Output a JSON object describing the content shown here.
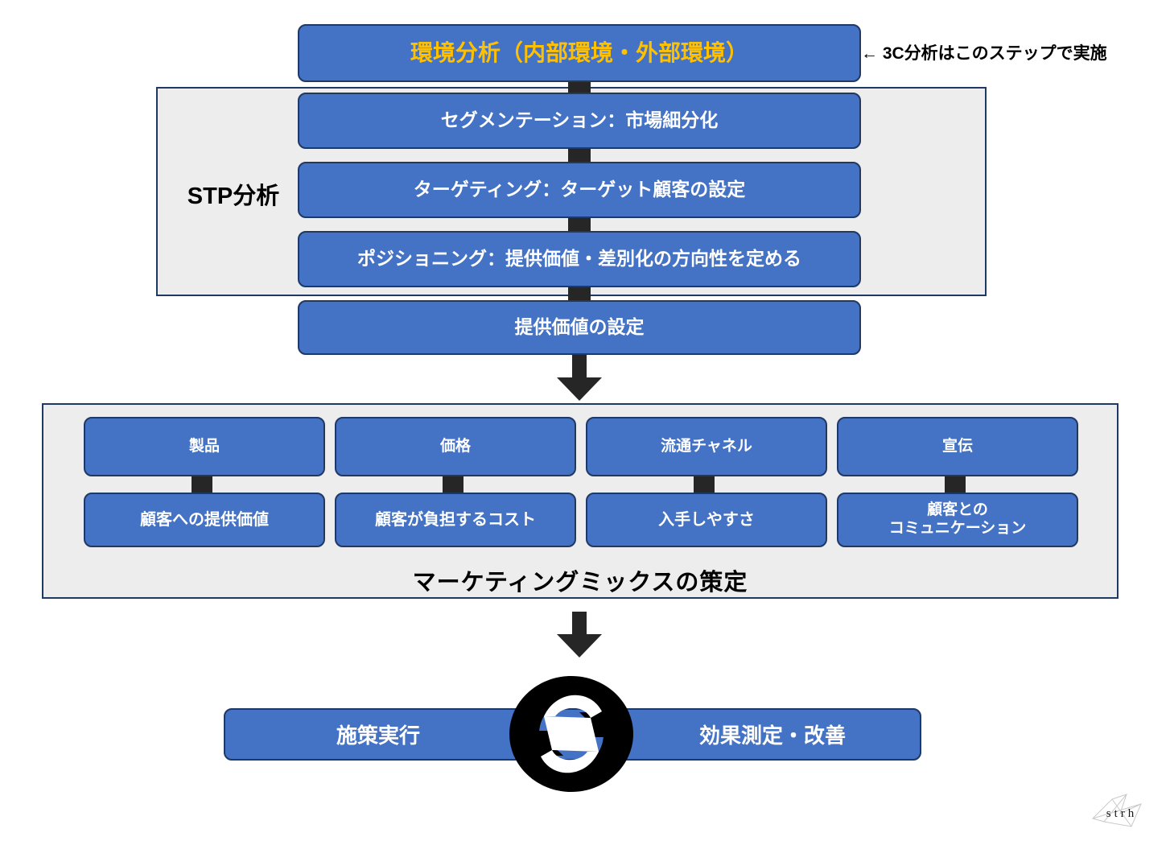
{
  "diagram": {
    "title_flow": {
      "environment_analysis": "環境分析（内部環境・外部環境）",
      "segmentation": "セグメンテーション：市場細分化",
      "targeting": "ターゲティング：ターゲット顧客の設定",
      "positioning": "ポジショニング：提供価値・差別化の方向性を定める",
      "value_setting": "提供価値の設定"
    },
    "stp": {
      "label": "STP分析"
    },
    "annotation": {
      "three_c_note": "← 3C分析はこのステップで実施"
    },
    "marketing_mix": {
      "label": "マーケティングミックスの策定",
      "columns": [
        {
          "top": "製品",
          "bottom": "顧客への提供価値"
        },
        {
          "top": "価格",
          "bottom": "顧客が負担するコスト"
        },
        {
          "top": "流通チャネル",
          "bottom": "入手しやすさ"
        },
        {
          "top": "宣伝",
          "bottom": "顧客との\nコミュニケーション"
        }
      ]
    },
    "cycle": {
      "left_label": "施策実行",
      "right_label": "効果測定・改善",
      "icon": "refresh-cycle-icon"
    },
    "logo": {
      "text": "strh"
    },
    "colors": {
      "box_fill": "#4472C4",
      "box_border": "#1F3864",
      "frame_fill": "#EDEDED",
      "accent_title": "#FFC000",
      "connector": "#262626",
      "text_on_box": "#FFFFFF"
    }
  }
}
